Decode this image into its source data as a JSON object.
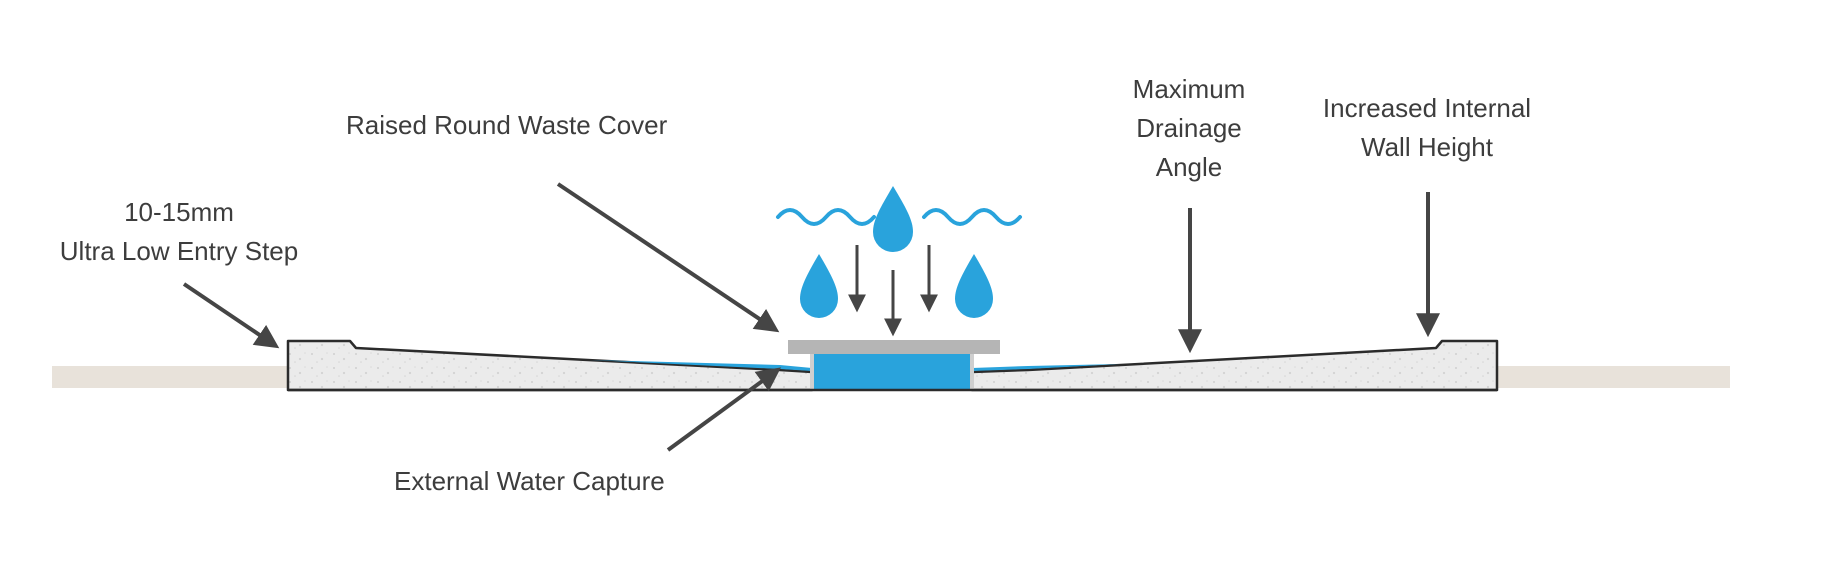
{
  "labels": {
    "raised_cover": "Raised Round Waste Cover",
    "entry_step_line1": "10-15mm",
    "entry_step_line2": "Ultra Low Entry Step",
    "drainage_line1": "Maximum",
    "drainage_line2": "Drainage",
    "drainage_line3": "Angle",
    "wall_line1": "Increased Internal",
    "wall_line2": "Wall Height",
    "water_capture": "External Water Capture"
  },
  "colors": {
    "water": "#29a3dc",
    "water_light": "#6cc4ec",
    "tray_fill": "#e9e9e9",
    "outline": "#2b2b2b",
    "floor": "#e8e2da",
    "cover": "#b5b5b5",
    "arrow": "#454545",
    "text": "#3d3d3d"
  }
}
